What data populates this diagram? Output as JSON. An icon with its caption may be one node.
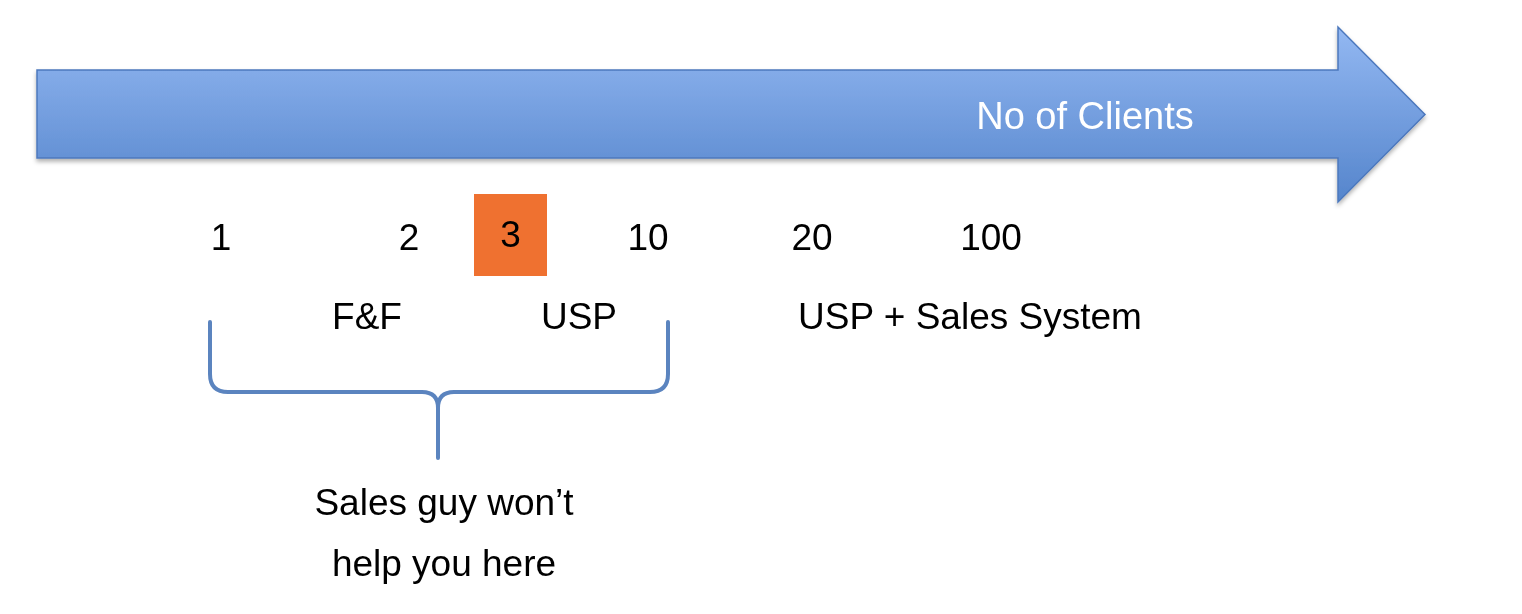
{
  "diagram": {
    "nodes": [
      {
        "text": [
          "No of Clients"
        ]
      },
      {
        "text": [
          "3"
        ]
      }
    ],
    "labels": [
      "1",
      "2",
      "10",
      "20",
      "100",
      "F&F",
      "USP",
      "USP + Sales System",
      "Sales guy won’t help you here"
    ]
  }
}
